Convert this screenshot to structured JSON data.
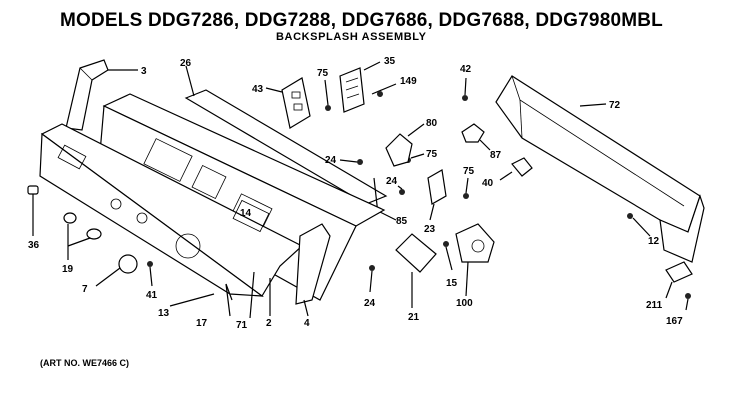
{
  "title": "MODELS DDG7286, DDG7288, DDG7686, DDG7688, DDG7980MBL",
  "subtitle": "BACKSPLASH ASSEMBLY",
  "art_no": "(ART NO. WE7466 C)",
  "callouts": [
    "3",
    "26",
    "43",
    "75",
    "35",
    "149",
    "42",
    "72",
    "80",
    "75",
    "87",
    "24",
    "24",
    "75",
    "40",
    "85",
    "23",
    "14",
    "36",
    "19",
    "7",
    "41",
    "13",
    "17",
    "71",
    "2",
    "4",
    "24",
    "21",
    "15",
    "100",
    "12",
    "211",
    "167"
  ]
}
